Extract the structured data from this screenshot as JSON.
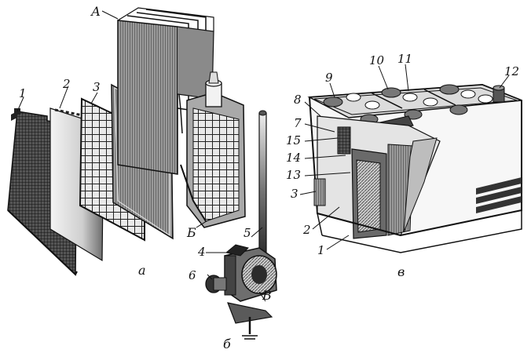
{
  "labels": {
    "part_a": {
      "p1": "1",
      "p2": "2",
      "p3": "3",
      "block": "А",
      "assembly": "Б",
      "caption": "а"
    },
    "part_b": {
      "p4": "4",
      "p5": "5",
      "p6": "6",
      "body": "В",
      "caption": "б"
    },
    "part_v": {
      "p1": "1",
      "p2": "2",
      "p3": "3",
      "p7": "7",
      "p8": "8",
      "p9": "9",
      "p10": "10",
      "p11": "11",
      "p12": "12",
      "p13": "13",
      "p14": "14",
      "p15": "15",
      "caption": "в"
    }
  }
}
